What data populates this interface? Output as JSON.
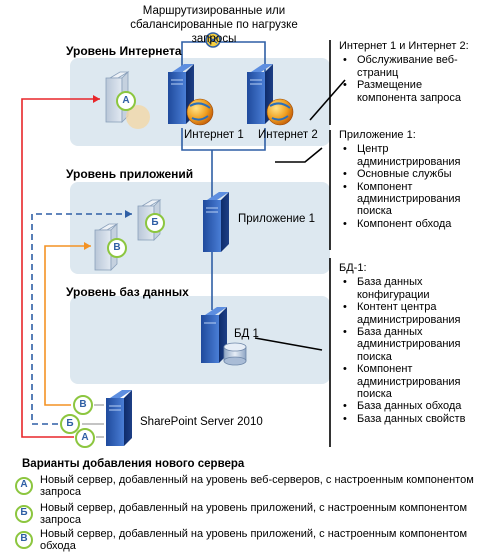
{
  "top_label": "Маршрутизированные или сбалансированные по нагрузке запросы",
  "tiers": {
    "internet": "Уровень Интернета",
    "application": "Уровень приложений",
    "database": "Уровень баз данных"
  },
  "servers": {
    "internet1": "Интернет 1",
    "internet2": "Интернет 2",
    "app1": "Приложение 1",
    "db1": "БД 1",
    "sharepoint": "SharePoint Server 2010"
  },
  "badges": {
    "a": "А",
    "b": "Б",
    "v": "В"
  },
  "side_panels": [
    {
      "title": "Интернет 1 и Интернет 2:",
      "items": [
        "Обслуживание веб-страниц",
        "Размещение компонента запроса"
      ]
    },
    {
      "title": "Приложение 1:",
      "items": [
        "Центр администрирования",
        "Основные службы",
        "Компонент администрирования поиска",
        "Компонент обхода"
      ]
    },
    {
      "title": "БД-1:",
      "items": [
        "База данных конфигурации",
        "Контент центра администрирования",
        "База данных администрирования поиска",
        "Компонент администрирования поиска",
        "База данных обхода",
        "База данных свойств"
      ]
    }
  ],
  "legend": {
    "title": "Варианты добавления нового сервера",
    "items": [
      {
        "badge": "А",
        "text": "Новый сервер, добавленный на уровень веб-серверов, с настроенным компонентом запроса"
      },
      {
        "badge": "Б",
        "text": "Новый сервер, добавленный на уровень приложений, с настроенным компонентом запроса"
      },
      {
        "badge": "В",
        "text": "Новый сервер, добавленный на уровень приложений, с настроенным компонентом обхода"
      }
    ]
  },
  "colors": {
    "tier_bg": "#dde8f0",
    "red_line": "#e8262a",
    "blue_line": "#2f5fa5",
    "orange_line": "#f39224",
    "badge_green": "#8cc63f"
  }
}
